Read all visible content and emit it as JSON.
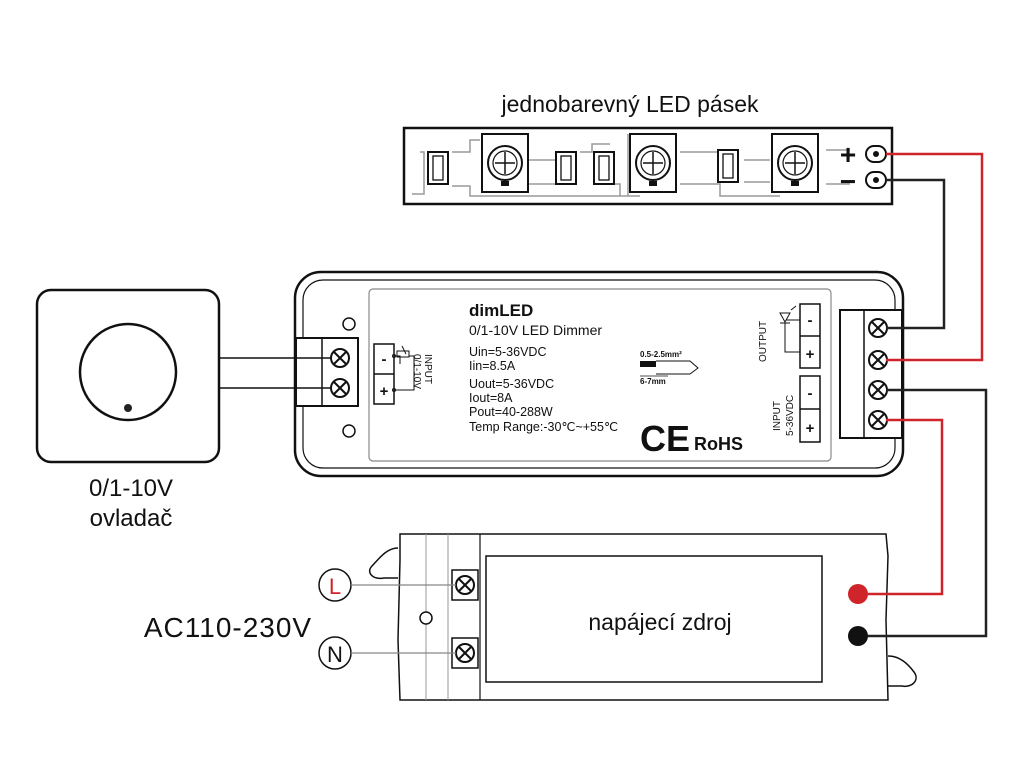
{
  "strip": {
    "title": "jednobarevný LED pásek",
    "plus": "+",
    "minus": "−"
  },
  "dimmer": {
    "brand": "dimLED",
    "model": "0/1-10V LED Dimmer",
    "spec_in_1": "Uin=5-36VDC",
    "spec_in_2": "Iin=8.5A",
    "spec_out_1": "Uout=5-36VDC",
    "spec_out_2": "Iout=8A",
    "spec_out_3": "Pout=40-288W",
    "temp_range": "Temp Range:-30℃~+55℃",
    "wire_spec_1": "0.5-2.5mm²",
    "wire_spec_2": "6-7mm",
    "ce_mark": "CE",
    "rohs": "RoHS",
    "input_label": "INPUT",
    "input_sub": "0/1-10V",
    "output_label": "OUTPUT",
    "power_input_label": "INPUT",
    "power_input_sub": "5-36VDC",
    "minus": "-",
    "plus": "+"
  },
  "controller": {
    "label_line1": "0/1-10V",
    "label_line2": "ovladač"
  },
  "mains": {
    "label": "AC110-230V",
    "live": "L",
    "neutral": "N"
  },
  "psu": {
    "label": "napájecí zdroj"
  },
  "colors": {
    "positive_wire": "#d0242b",
    "negative_wire": "#222222",
    "outline": "#1a1a1a",
    "light_outline": "#999999"
  }
}
